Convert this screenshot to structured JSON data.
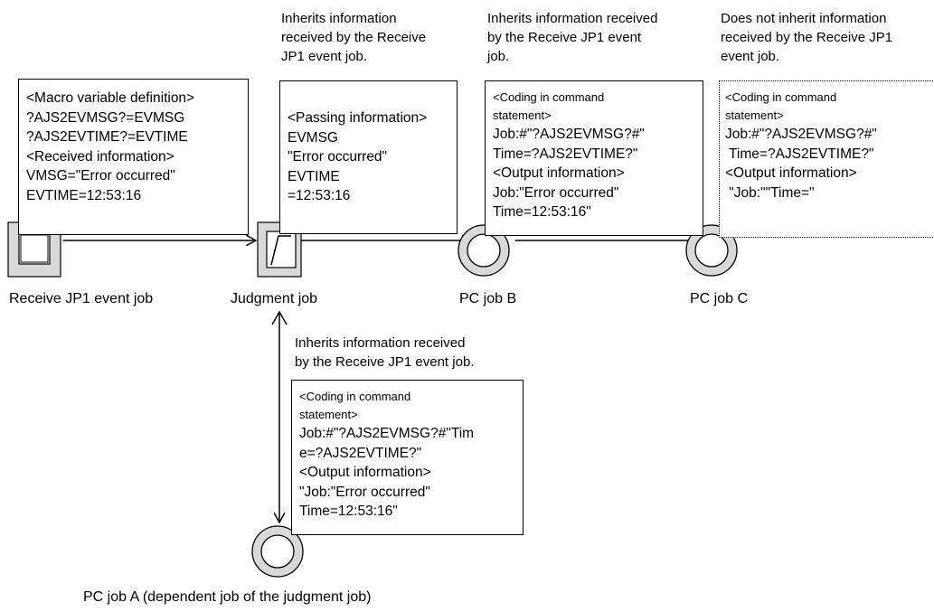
{
  "captions": {
    "judgment": "Inherits information\nreceived by the Receive\nJP1 event job.",
    "pc_b": "Inherits information received\nby the Receive JP1 event\njob.",
    "pc_c": "Does not inherit information\nreceived by the Receive JP1\nevent job.",
    "pc_a": "Inherits information received\nby the Receive JP1 event job."
  },
  "boxes": {
    "receive": [
      "<Macro variable definition>",
      "?AJS2EVMSG?=EVMSG",
      "?AJS2EVTIME?=EVTIME",
      "<Received information>",
      "VMSG=\"Error occurred\"",
      "EVTIME=12:53:16"
    ],
    "judgment": [
      "<Passing information>",
      "EVMSG",
      "\"Error occurred\"",
      "EVTIME",
      "=12:53:16"
    ],
    "pc_b": {
      "small": [
        "<Coding in command",
        "statement>"
      ],
      "lines": [
        "Job:#\"?AJS2EVMSG?#\"",
        "Time=?AJS2EVTIME?\"",
        "<Output information>",
        "Job:\"Error occurred\"",
        "Time=12:53:16\""
      ]
    },
    "pc_c": {
      "small": [
        "<Coding in command",
        "statement>"
      ],
      "lines": [
        "Job:#\"?AJS2EVMSG?#\"",
        " Time=?AJS2EVTIME?\"",
        "<Output information>",
        " \"Job:\"\"Time=\""
      ]
    },
    "pc_a": {
      "small": [
        "<Coding in command",
        "statement>"
      ],
      "lines": [
        "Job:#\"?AJS2EVMSG?#\"Tim",
        "e=?AJS2EVTIME?\"",
        "<Output information>",
        "\"Job:\"Error occurred\"",
        "Time=12:53:16\""
      ]
    }
  },
  "job_labels": {
    "receive": "Receive JP1 event job",
    "judgment": "Judgment job",
    "pc_b": "PC job B",
    "pc_c": "PC job C",
    "pc_a": "PC job A (dependent job of the judgment job)"
  },
  "colors": {
    "icon_fill": "#d9d9d9",
    "line": "#000000"
  }
}
